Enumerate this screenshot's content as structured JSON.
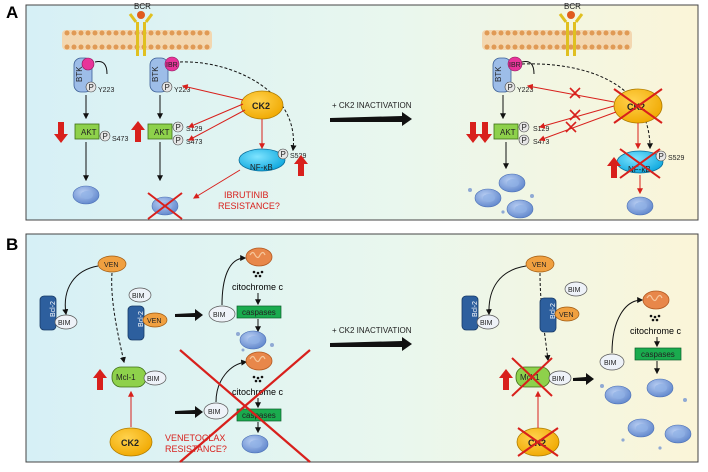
{
  "panels": {
    "A": {
      "letter": "A",
      "bcr": "BCR",
      "btk": "BTK",
      "ibr": "IBR",
      "p": "P",
      "y223": "Y223",
      "akt": "AKT",
      "s473": "S473",
      "s129": "S129",
      "ck2": "CK2",
      "nfkb": "NF-κB",
      "s529": "S529",
      "resistance_line1": "IBRUTINIB",
      "resistance_line2": "RESISTANCE?",
      "inactivation": "+ CK2 INACTIVATION"
    },
    "B": {
      "letter": "B",
      "ven": "VEN",
      "bim": "BIM",
      "bcl2": "Bcl-2",
      "mcl1": "Mcl-1",
      "cytochrome": "citochrome c",
      "caspases": "caspases",
      "ck2": "CK2",
      "resistance_line1": "VENETOCLAX",
      "resistance_line2": "RESISTANCE?",
      "inactivation": "+ CK2 INACTIVATION"
    }
  },
  "colors": {
    "red": "#d8201c",
    "ck2": "#f7b500",
    "akt": "#8ed14b",
    "nfkb": "#1ec0f0",
    "btk": "#9dbde8",
    "ibr": "#e8349a",
    "bcl2": "#2d5f9e",
    "caspases": "#1aab4e",
    "ven": "#f0a040",
    "mito": "#e8874a",
    "cell": "#6f95d8"
  }
}
